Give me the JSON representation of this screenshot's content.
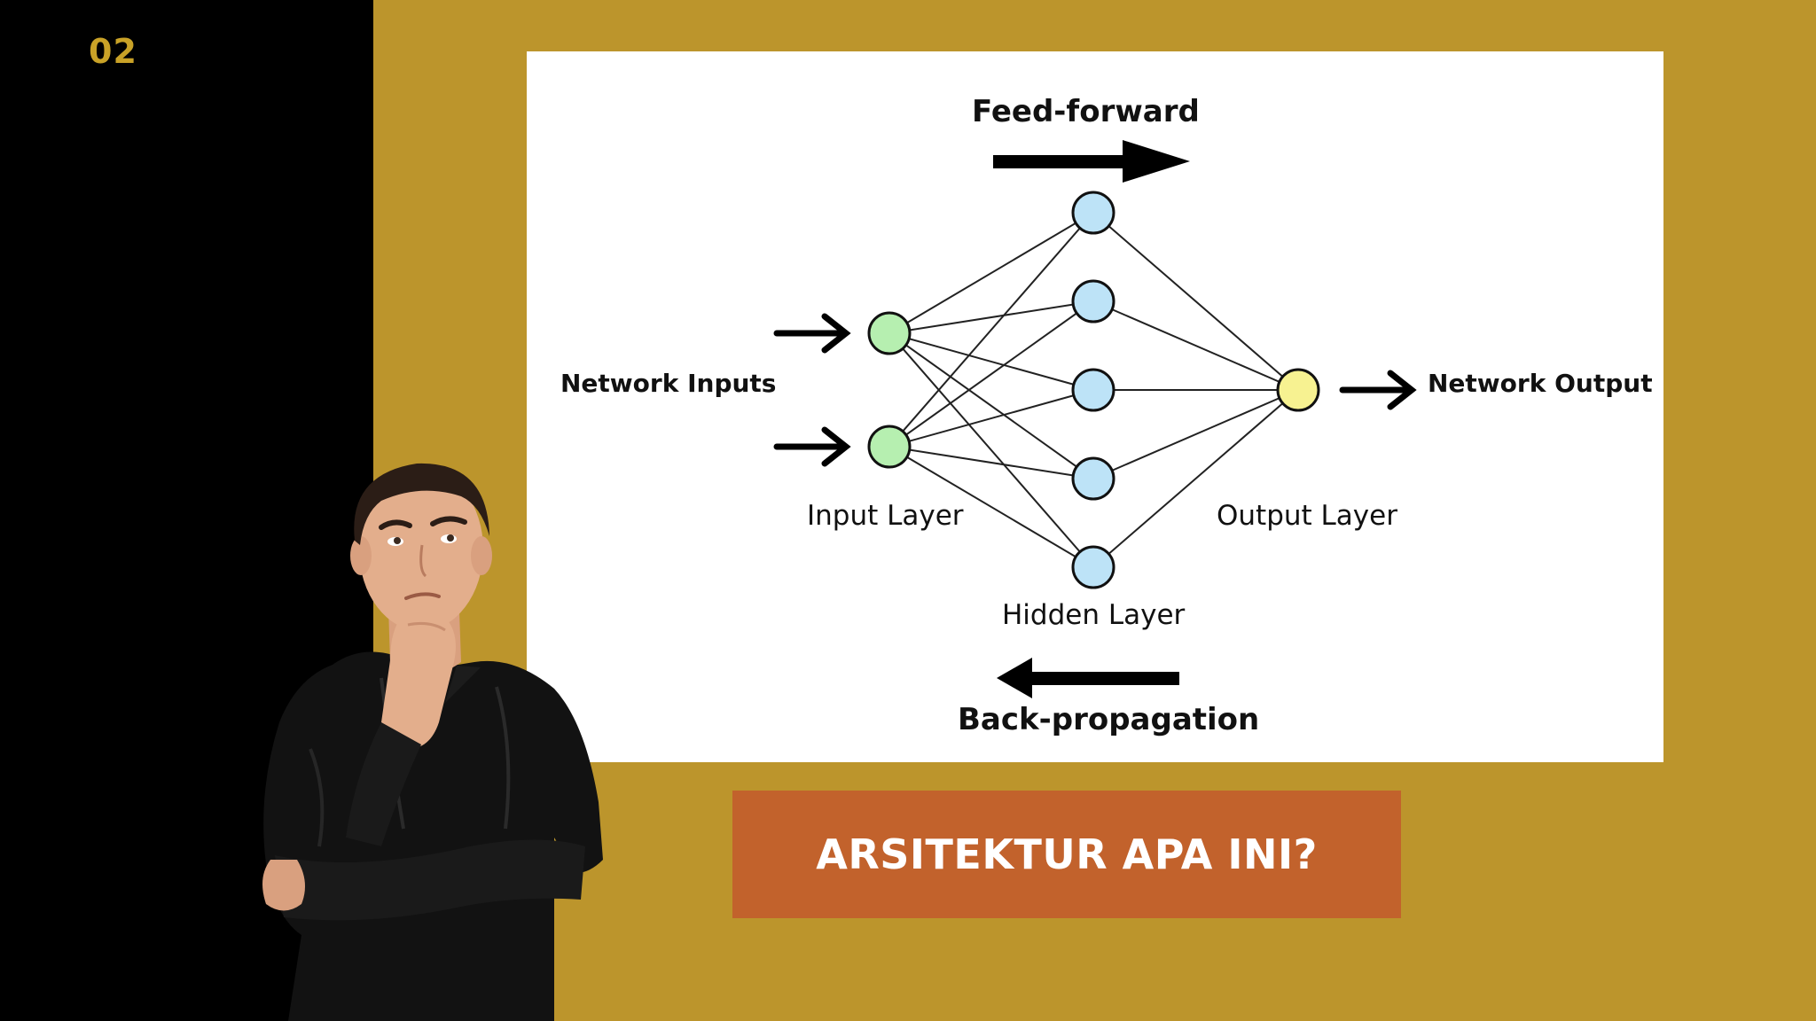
{
  "slide": {
    "page_number": "02",
    "title": "ARSITEKTUR APA INI?"
  },
  "diagram": {
    "feed_forward_label": "Feed-forward",
    "back_propagation_label": "Back-propagation",
    "inputs_label": "Network Inputs",
    "output_label": "Network Output",
    "input_layer_label": "Input Layer",
    "hidden_layer_label": "Hidden Layer",
    "output_layer_label": "Output Layer",
    "layers": [
      {
        "name": "input",
        "nodes": 2,
        "color": "#B6EFB0"
      },
      {
        "name": "hidden",
        "nodes": 5,
        "color": "#BDE3F7"
      },
      {
        "name": "output",
        "nodes": 1,
        "color": "#F7F291"
      }
    ]
  },
  "colors": {
    "background": "#BC952C",
    "left_panel": "#000000",
    "banner": "#C2622C",
    "page_number": "#C9A227"
  },
  "illustration": "thinking-man-photo"
}
